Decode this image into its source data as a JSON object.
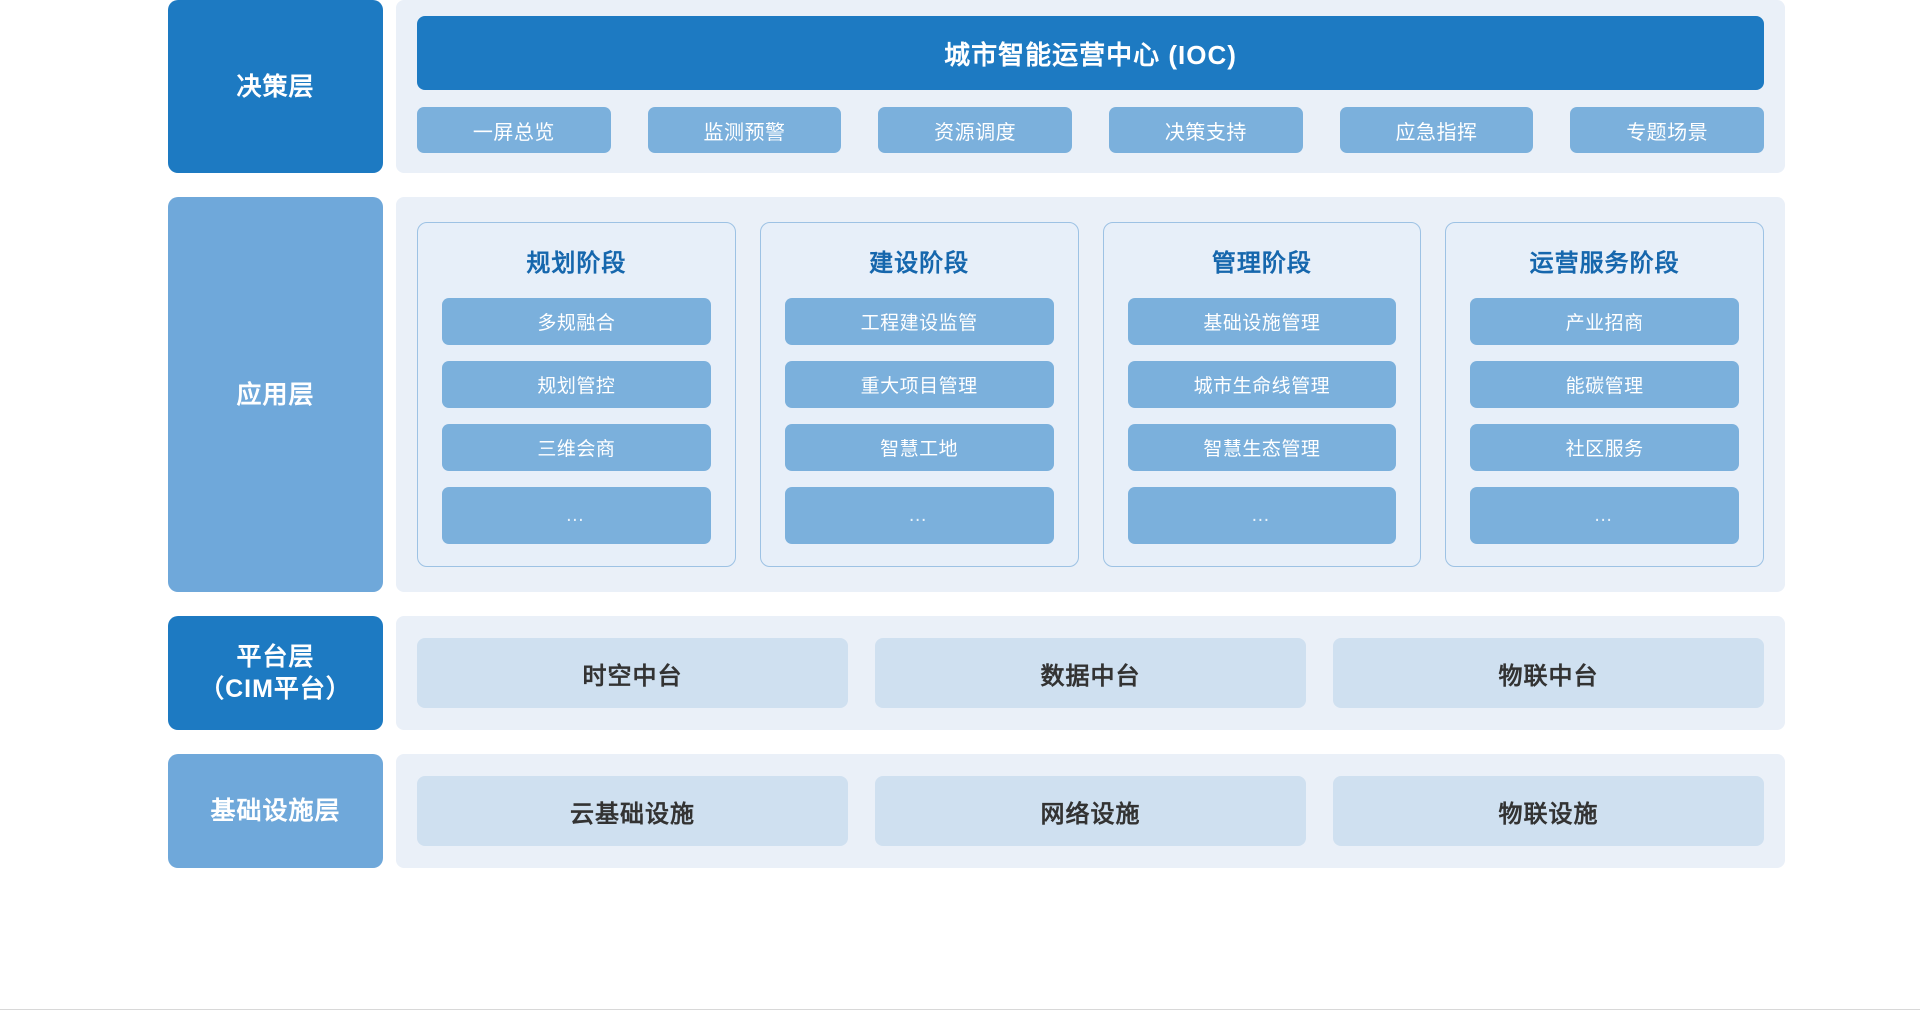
{
  "diagram": {
    "layers": [
      {
        "key": "decision",
        "label": "决策层",
        "header": "城市智能运营中心 (IOC)",
        "chips": [
          "一屏总览",
          "监测预警",
          "资源调度",
          "决策支持",
          "应急指挥",
          "专题场景"
        ]
      },
      {
        "key": "application",
        "label": "应用层",
        "stages": [
          {
            "title": "规划阶段",
            "items": [
              "多规融合",
              "规划管控",
              "三维会商",
              "…"
            ]
          },
          {
            "title": "建设阶段",
            "items": [
              "工程建设监管",
              "重大项目管理",
              "智慧工地",
              "…"
            ]
          },
          {
            "title": "管理阶段",
            "items": [
              "基础设施管理",
              "城市生命线管理",
              "智慧生态管理",
              "…"
            ]
          },
          {
            "title": "运营服务阶段",
            "items": [
              "产业招商",
              "能碳管理",
              "社区服务",
              "…"
            ]
          }
        ]
      },
      {
        "key": "platform",
        "label_line1": "平台层",
        "label_line2": "（CIM平台）",
        "boxes": [
          "时空中台",
          "数据中台",
          "物联中台"
        ]
      },
      {
        "key": "infrastructure",
        "label": "基础设施层",
        "boxes": [
          "云基础设施",
          "网络设施",
          "物联设施"
        ]
      }
    ]
  },
  "colors": {
    "primary_dark": "#1d7ac2",
    "primary_light": "#6fa8da",
    "chip": "#7bb0dc",
    "panel": "#eaf0f8",
    "card": "#e7eff9",
    "wide_box": "#cfe0f0",
    "title_text": "#1667ad"
  }
}
